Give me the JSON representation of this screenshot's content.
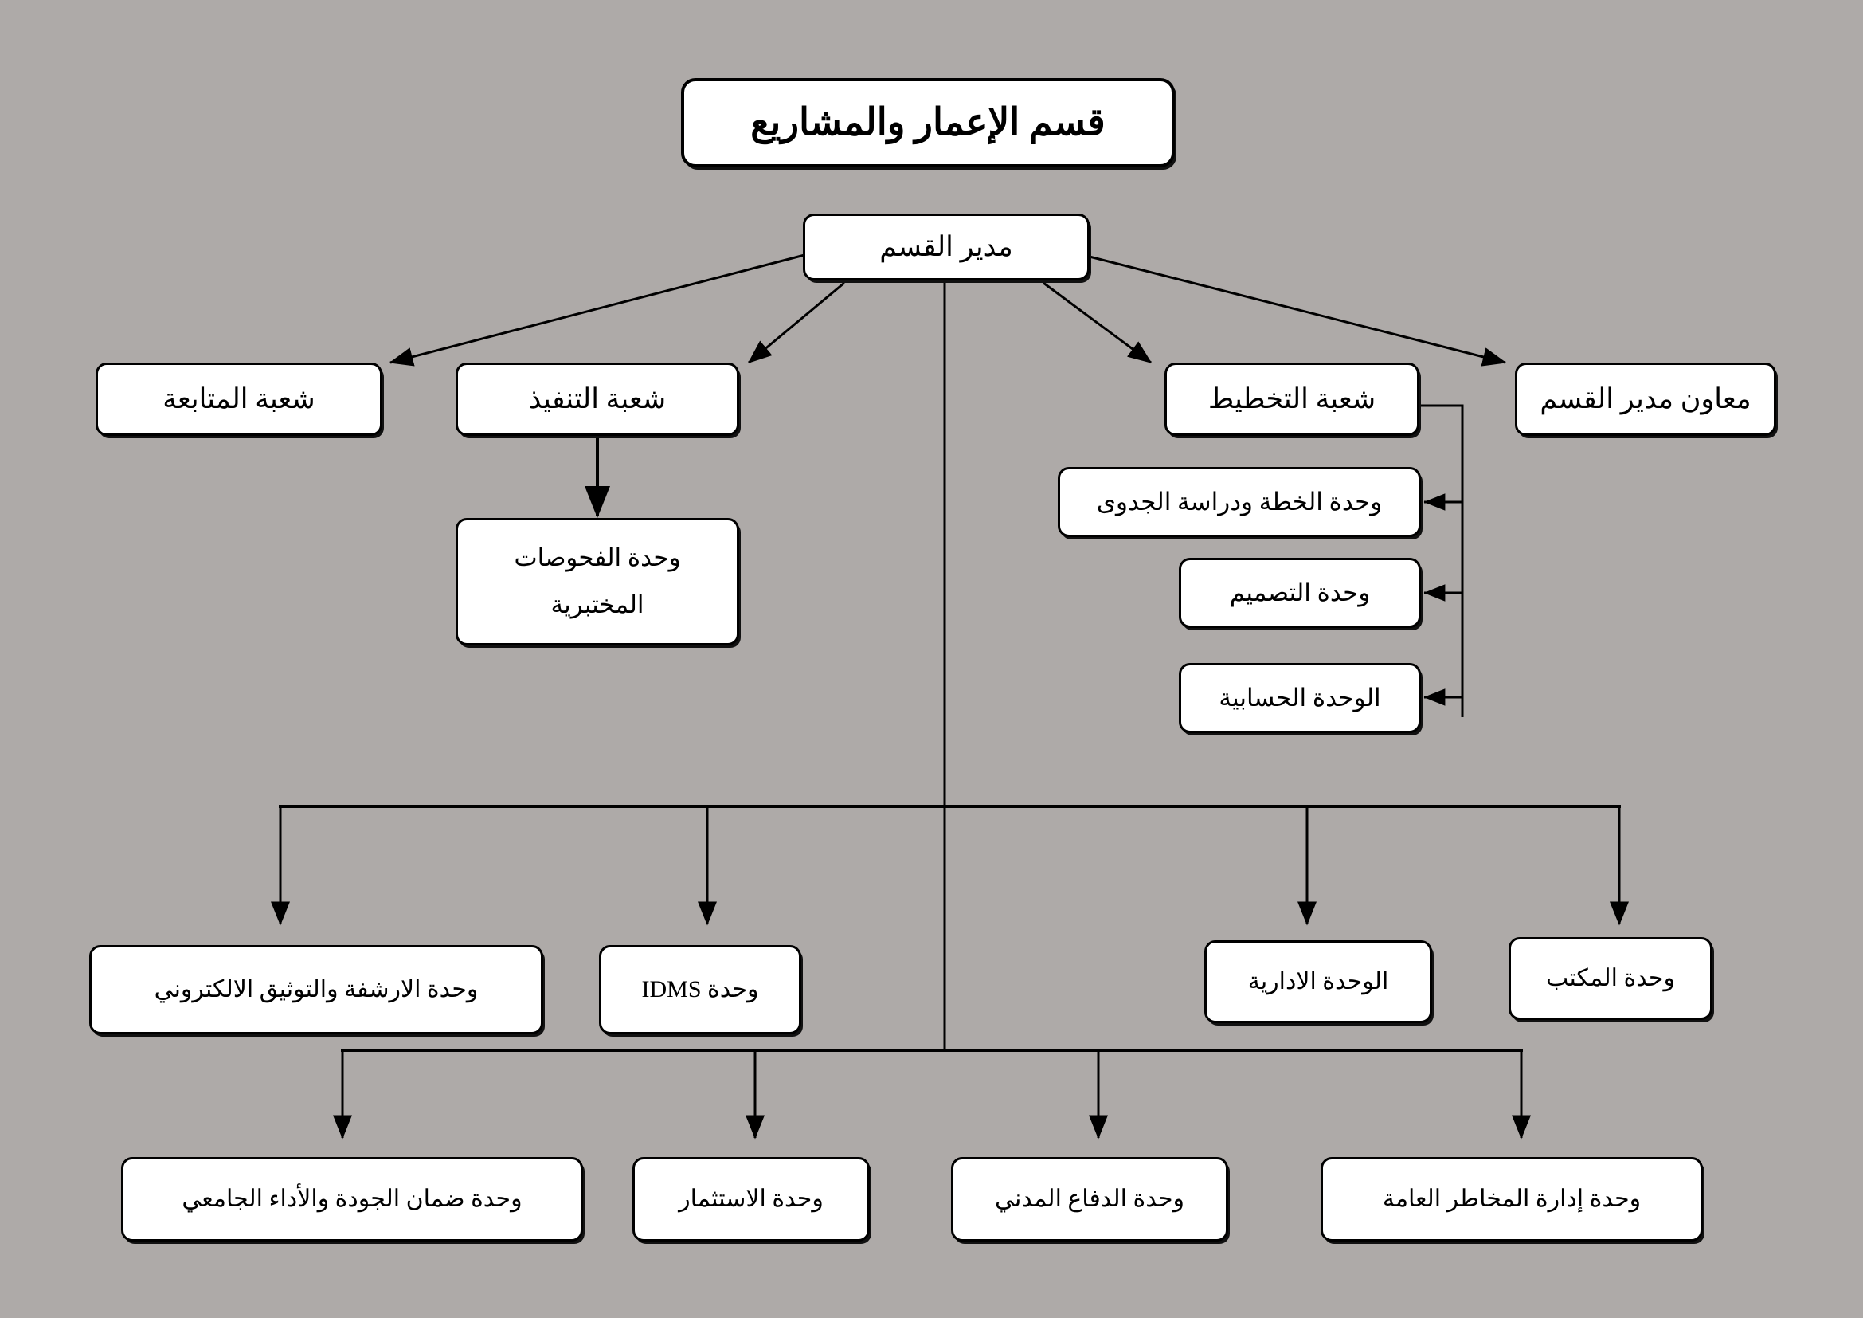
{
  "diagram": {
    "title_box": {
      "label": "قسم الإعمار والمشاريع"
    },
    "background_color": "#AEAAA8",
    "box_fill_color": "#FFFFFF",
    "line_color": "#000000",
    "root": {
      "label": "مدير القسم"
    },
    "level1": [
      {
        "id": "follow-up-division",
        "label": "شعبة المتابعة"
      },
      {
        "id": "implementation-division",
        "label": "شعبة التنفيذ"
      },
      {
        "id": "planning-division",
        "label": "شعبة التخطيط"
      },
      {
        "id": "assistant-department-manager",
        "label": "معاون مدير القسم"
      }
    ],
    "implementation_children": [
      {
        "id": "laboratory-tests-unit",
        "line1": "وحدة الفحوصات",
        "line2": "المختبرية"
      }
    ],
    "planning_children": [
      {
        "id": "plan-feasibility-unit",
        "label": "وحدة الخطة ودراسة الجدوى"
      },
      {
        "id": "design-unit",
        "label": "وحدة التصميم"
      },
      {
        "id": "accounting-unit",
        "label": "الوحدة الحسابية"
      }
    ],
    "manager_bus_row1": [
      {
        "id": "archiving-documentation-unit",
        "label": "وحدة الارشفة والتوثيق الالكتروني"
      },
      {
        "id": "idms-unit",
        "label": "وحدة IDMS"
      },
      {
        "id": "administrative-unit",
        "label": "الوحدة الادارية"
      },
      {
        "id": "office-unit",
        "label": "وحدة المكتب"
      }
    ],
    "manager_bus_row2": [
      {
        "id": "quality-assurance-unit",
        "label": "وحدة ضمان الجودة والأداء الجامعي"
      },
      {
        "id": "investment-unit",
        "label": "وحدة الاستثمار"
      },
      {
        "id": "civil-defense-unit",
        "label": "وحدة الدفاع المدني"
      },
      {
        "id": "risk-management-unit",
        "label": "وحدة إدارة المخاطر العامة"
      }
    ]
  }
}
